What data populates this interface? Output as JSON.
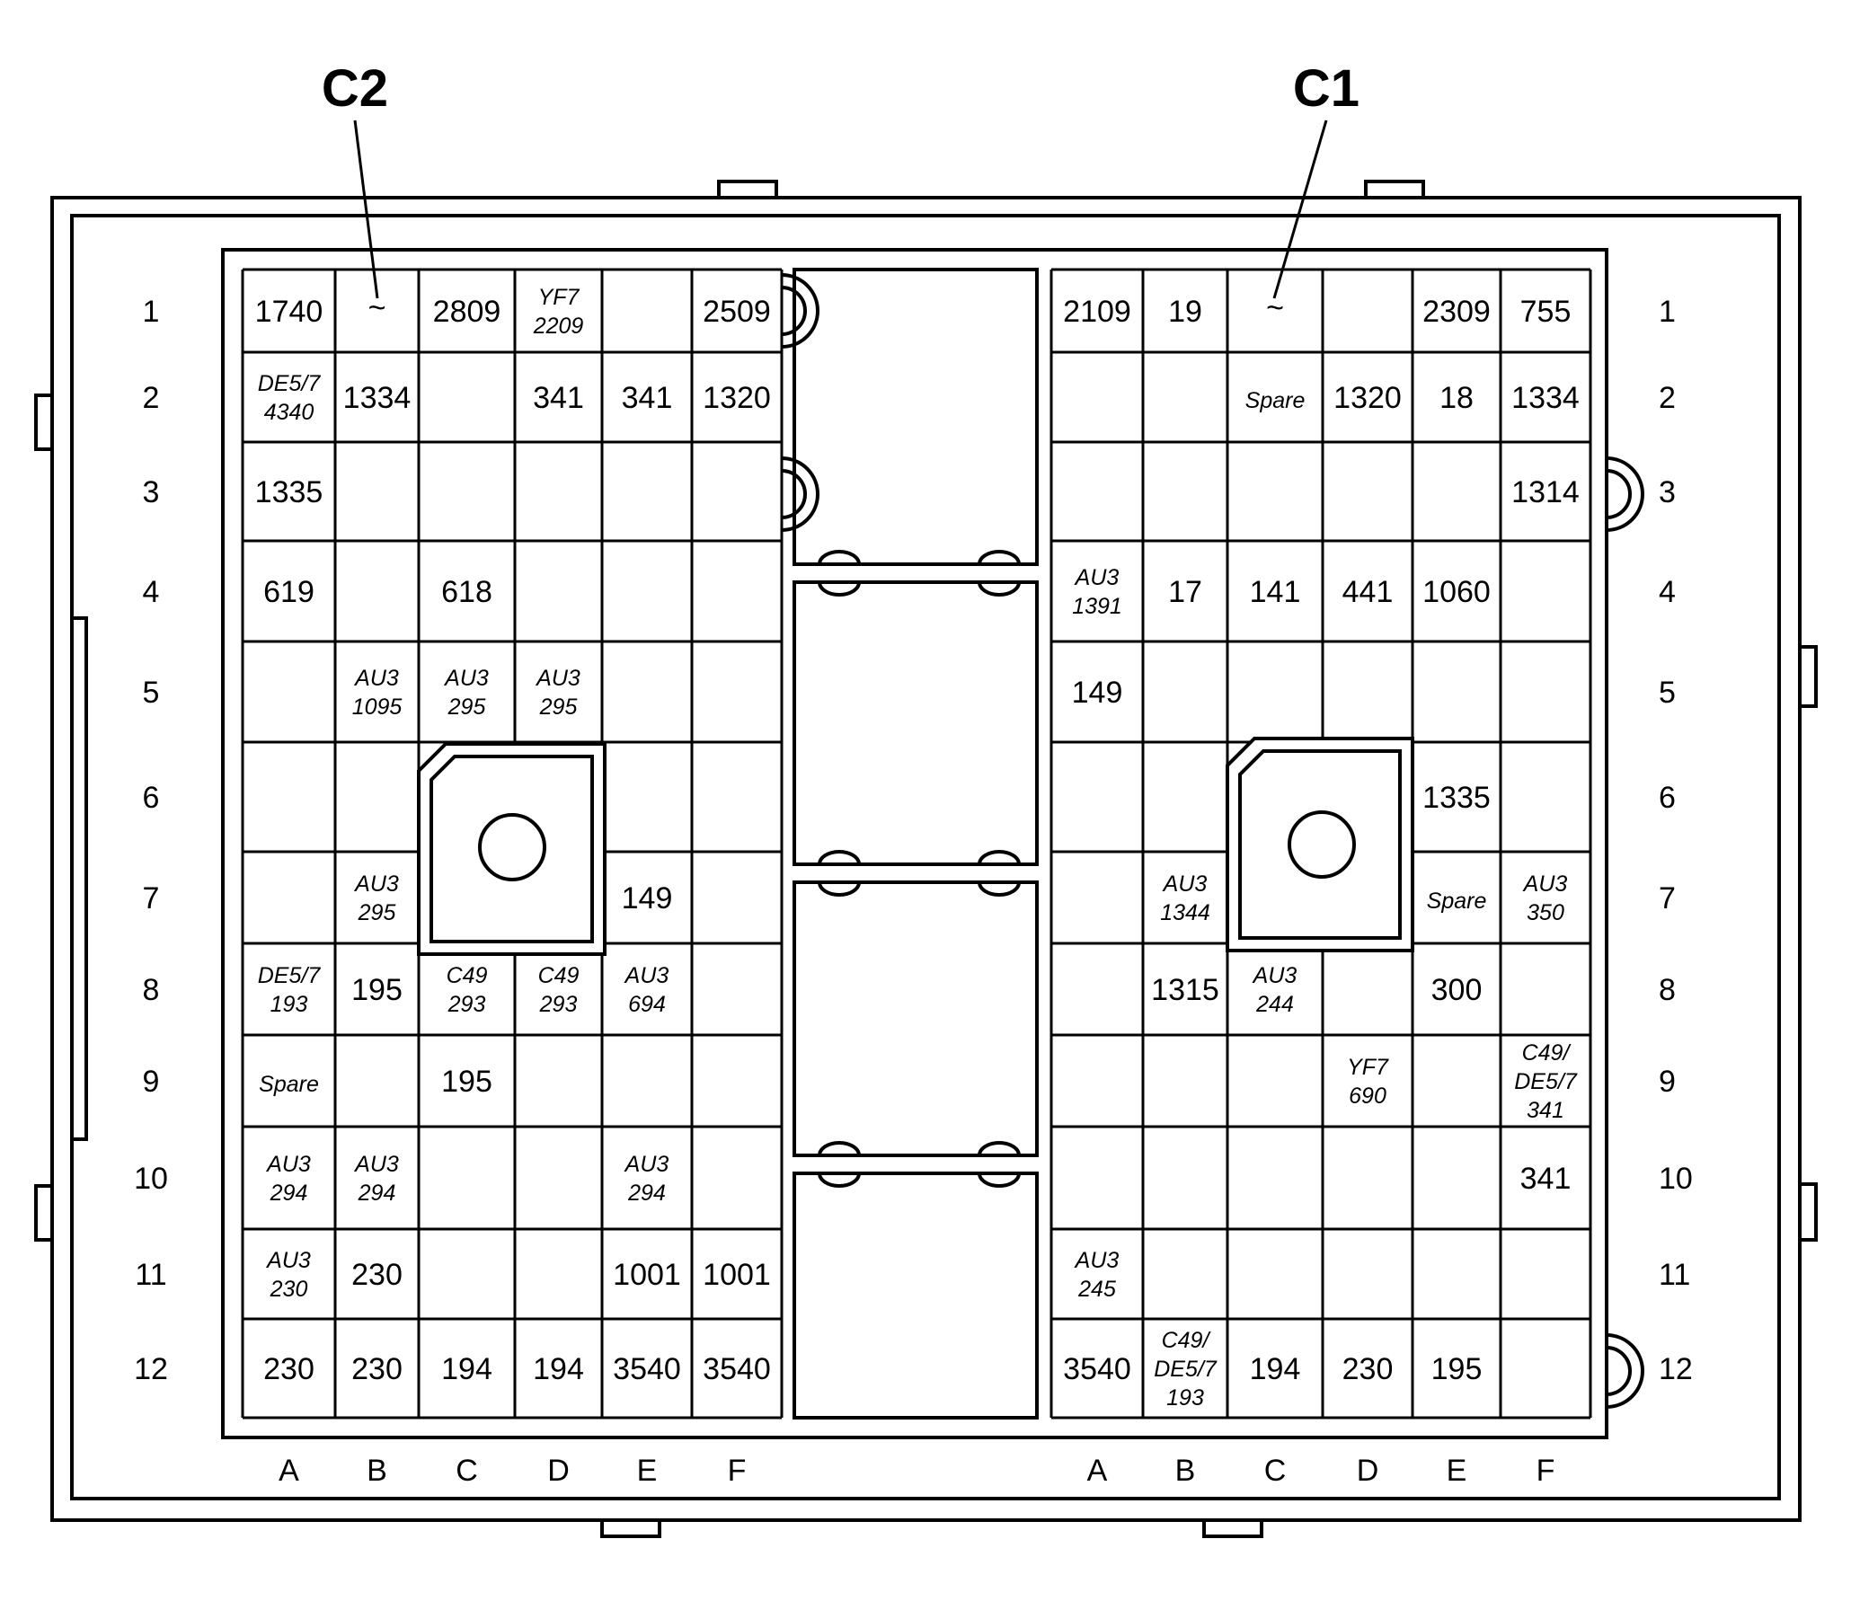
{
  "connectors": [
    {
      "id": "C2",
      "title": "C2",
      "columns": [
        "A",
        "B",
        "C",
        "D",
        "E",
        "F"
      ],
      "rows": [
        "1",
        "2",
        "3",
        "4",
        "5",
        "6",
        "7",
        "8",
        "9",
        "10",
        "11",
        "12"
      ],
      "cells": [
        {
          "row": "1",
          "col": "A",
          "lines": [
            "1740"
          ]
        },
        {
          "row": "1",
          "col": "B",
          "lines": [
            "~"
          ]
        },
        {
          "row": "1",
          "col": "C",
          "lines": [
            "2809"
          ]
        },
        {
          "row": "1",
          "col": "D",
          "lines": [
            "YF7",
            "2209"
          ]
        },
        {
          "row": "1",
          "col": "F",
          "lines": [
            "2509"
          ]
        },
        {
          "row": "2",
          "col": "A",
          "lines": [
            "DE5/7",
            "4340"
          ]
        },
        {
          "row": "2",
          "col": "B",
          "lines": [
            "1334"
          ]
        },
        {
          "row": "2",
          "col": "D",
          "lines": [
            "341"
          ]
        },
        {
          "row": "2",
          "col": "E",
          "lines": [
            "341"
          ]
        },
        {
          "row": "2",
          "col": "F",
          "lines": [
            "1320"
          ]
        },
        {
          "row": "3",
          "col": "A",
          "lines": [
            "1335"
          ]
        },
        {
          "row": "4",
          "col": "A",
          "lines": [
            "619"
          ]
        },
        {
          "row": "4",
          "col": "C",
          "lines": [
            "618"
          ]
        },
        {
          "row": "5",
          "col": "B",
          "lines": [
            "AU3",
            "1095"
          ]
        },
        {
          "row": "5",
          "col": "C",
          "lines": [
            "AU3",
            "295"
          ]
        },
        {
          "row": "5",
          "col": "D",
          "lines": [
            "AU3",
            "295"
          ]
        },
        {
          "row": "7",
          "col": "B",
          "lines": [
            "AU3",
            "295"
          ]
        },
        {
          "row": "7",
          "col": "E",
          "lines": [
            "149"
          ]
        },
        {
          "row": "8",
          "col": "A",
          "lines": [
            "DE5/7",
            "193"
          ]
        },
        {
          "row": "8",
          "col": "B",
          "lines": [
            "195"
          ]
        },
        {
          "row": "8",
          "col": "C",
          "lines": [
            "C49",
            "293"
          ]
        },
        {
          "row": "8",
          "col": "D",
          "lines": [
            "C49",
            "293"
          ]
        },
        {
          "row": "8",
          "col": "E",
          "lines": [
            "AU3",
            "694"
          ]
        },
        {
          "row": "9",
          "col": "A",
          "lines": [
            "Spare"
          ]
        },
        {
          "row": "9",
          "col": "C",
          "lines": [
            "195"
          ]
        },
        {
          "row": "10",
          "col": "A",
          "lines": [
            "AU3",
            "294"
          ]
        },
        {
          "row": "10",
          "col": "B",
          "lines": [
            "AU3",
            "294"
          ]
        },
        {
          "row": "10",
          "col": "E",
          "lines": [
            "AU3",
            "294"
          ]
        },
        {
          "row": "11",
          "col": "A",
          "lines": [
            "AU3",
            "230"
          ]
        },
        {
          "row": "11",
          "col": "B",
          "lines": [
            "230"
          ]
        },
        {
          "row": "11",
          "col": "E",
          "lines": [
            "1001"
          ]
        },
        {
          "row": "11",
          "col": "F",
          "lines": [
            "1001"
          ]
        },
        {
          "row": "12",
          "col": "A",
          "lines": [
            "230"
          ]
        },
        {
          "row": "12",
          "col": "B",
          "lines": [
            "230"
          ]
        },
        {
          "row": "12",
          "col": "C",
          "lines": [
            "194"
          ]
        },
        {
          "row": "12",
          "col": "D",
          "lines": [
            "194"
          ]
        },
        {
          "row": "12",
          "col": "E",
          "lines": [
            "3540"
          ]
        },
        {
          "row": "12",
          "col": "F",
          "lines": [
            "3540"
          ]
        }
      ]
    },
    {
      "id": "C1",
      "title": "C1",
      "columns": [
        "A",
        "B",
        "C",
        "D",
        "E",
        "F"
      ],
      "rows": [
        "1",
        "2",
        "3",
        "4",
        "5",
        "6",
        "7",
        "8",
        "9",
        "10",
        "11",
        "12"
      ],
      "cells": [
        {
          "row": "1",
          "col": "A",
          "lines": [
            "2109"
          ]
        },
        {
          "row": "1",
          "col": "B",
          "lines": [
            "19"
          ]
        },
        {
          "row": "1",
          "col": "C",
          "lines": [
            "~"
          ]
        },
        {
          "row": "1",
          "col": "E",
          "lines": [
            "2309"
          ]
        },
        {
          "row": "1",
          "col": "F",
          "lines": [
            "755"
          ]
        },
        {
          "row": "2",
          "col": "C",
          "lines": [
            "Spare"
          ]
        },
        {
          "row": "2",
          "col": "D",
          "lines": [
            "1320"
          ]
        },
        {
          "row": "2",
          "col": "E",
          "lines": [
            "18"
          ]
        },
        {
          "row": "2",
          "col": "F",
          "lines": [
            "1334"
          ]
        },
        {
          "row": "3",
          "col": "F",
          "lines": [
            "1314"
          ]
        },
        {
          "row": "4",
          "col": "A",
          "lines": [
            "AU3",
            "1391"
          ]
        },
        {
          "row": "4",
          "col": "B",
          "lines": [
            "17"
          ]
        },
        {
          "row": "4",
          "col": "C",
          "lines": [
            "141"
          ]
        },
        {
          "row": "4",
          "col": "D",
          "lines": [
            "441"
          ]
        },
        {
          "row": "4",
          "col": "E",
          "lines": [
            "1060"
          ]
        },
        {
          "row": "5",
          "col": "A",
          "lines": [
            "149"
          ]
        },
        {
          "row": "6",
          "col": "E",
          "lines": [
            "1335"
          ]
        },
        {
          "row": "7",
          "col": "B",
          "lines": [
            "AU3",
            "1344"
          ]
        },
        {
          "row": "7",
          "col": "E",
          "lines": [
            "Spare"
          ]
        },
        {
          "row": "7",
          "col": "F",
          "lines": [
            "AU3",
            "350"
          ]
        },
        {
          "row": "8",
          "col": "B",
          "lines": [
            "1315"
          ]
        },
        {
          "row": "8",
          "col": "C",
          "lines": [
            "AU3",
            "244"
          ]
        },
        {
          "row": "8",
          "col": "E",
          "lines": [
            "300"
          ]
        },
        {
          "row": "9",
          "col": "D",
          "lines": [
            "YF7",
            "690"
          ]
        },
        {
          "row": "9",
          "col": "F",
          "lines": [
            "C49/",
            "DE5/7",
            "341"
          ]
        },
        {
          "row": "10",
          "col": "F",
          "lines": [
            "341"
          ]
        },
        {
          "row": "11",
          "col": "A",
          "lines": [
            "AU3",
            "245"
          ]
        },
        {
          "row": "12",
          "col": "A",
          "lines": [
            "3540"
          ]
        },
        {
          "row": "12",
          "col": "B",
          "lines": [
            "C49/",
            "DE5/7",
            "193"
          ]
        },
        {
          "row": "12",
          "col": "C",
          "lines": [
            "194"
          ]
        },
        {
          "row": "12",
          "col": "D",
          "lines": [
            "230"
          ]
        },
        {
          "row": "12",
          "col": "E",
          "lines": [
            "195"
          ]
        }
      ]
    }
  ]
}
